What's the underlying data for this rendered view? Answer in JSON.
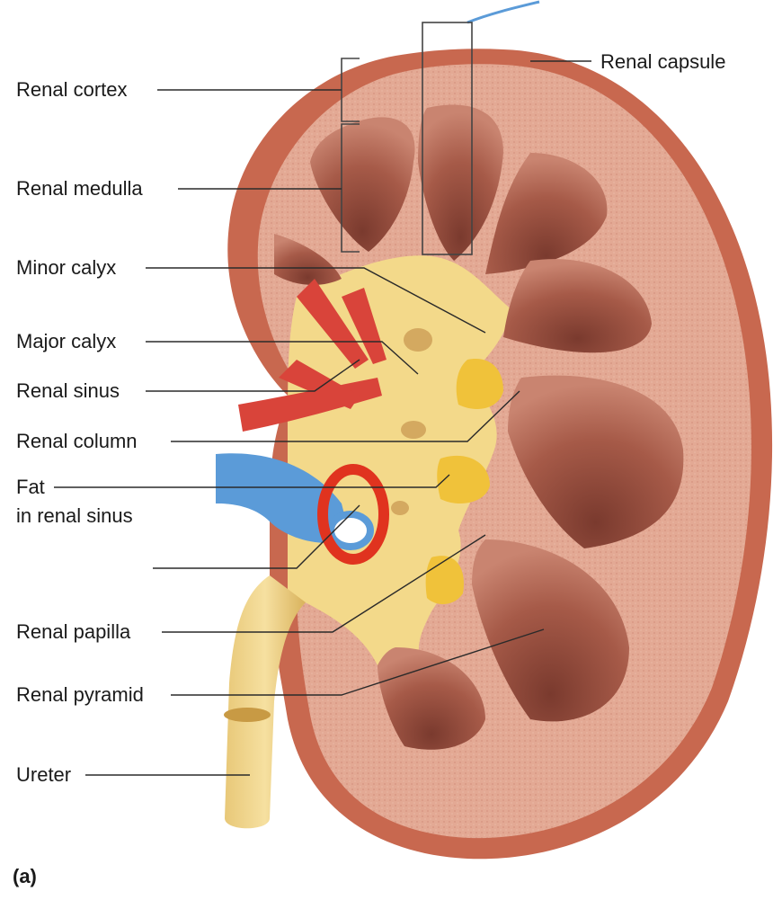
{
  "diagram": {
    "figure_label": "(a)",
    "labels": {
      "renal_capsule": "Renal capsule",
      "renal_cortex": "Renal cortex",
      "renal_medulla": "Renal medulla",
      "minor_calyx": "Minor calyx",
      "major_calyx": "Major calyx",
      "renal_sinus": "Renal sinus",
      "renal_column": "Renal column",
      "fat_line1": "Fat",
      "fat_line2": "in renal sinus",
      "renal_papilla": "Renal papilla",
      "renal_pyramid": "Renal pyramid",
      "ureter": "Ureter"
    },
    "colors": {
      "capsule": "#c8684f",
      "cortex": "#e3a994",
      "pyramid": "#a65a48",
      "pyramid_dark": "#7a3a2e",
      "pelvis": "#f3d98a",
      "fat": "#f0c23a",
      "artery": "#d9443a",
      "vein": "#5b9bd8",
      "annotation_circle": "#e0331f"
    }
  }
}
